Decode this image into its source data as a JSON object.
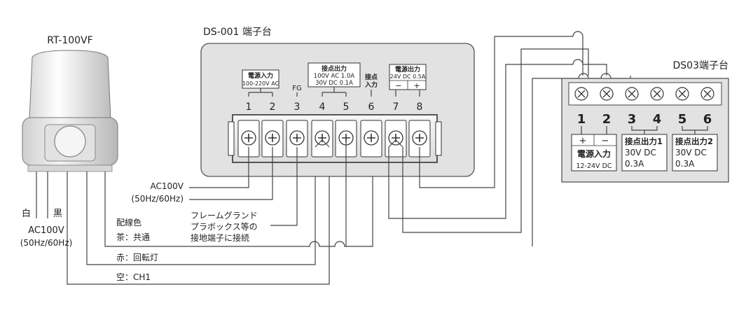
{
  "lamp": {
    "model": "RT-100VF",
    "wire_white": "白",
    "wire_black": "黒",
    "supply_voltage": "AC100V",
    "supply_freq": "(50Hz/60Hz)"
  },
  "ds001": {
    "title": "DS-001 端子台",
    "group_power": {
      "label": "電源入力",
      "spec": "100-220V AC"
    },
    "group_contact_out": {
      "label": "接点出力",
      "spec1": "100V AC  1.0A",
      "spec2": "30V DC  0.1A"
    },
    "fg_label": "FG",
    "contact_in": {
      "line1": "接点",
      "line2": "入力"
    },
    "group_power_out": {
      "label": "電源出力",
      "spec": "24V DC  0.5A",
      "minus": "−",
      "plus": "+"
    },
    "terminals": [
      "1",
      "2",
      "3",
      "4",
      "5",
      "6",
      "7",
      "8"
    ]
  },
  "ds03": {
    "title": "DS03端子台",
    "terminals": [
      "1",
      "2",
      "3",
      "4",
      "5",
      "6"
    ],
    "plus": "+",
    "minus": "−",
    "power_in": {
      "label": "電源入力",
      "spec": "12-24V DC"
    },
    "contact_out1": {
      "label": "接点出力1",
      "spec1": "30V DC",
      "spec2": "0.3A"
    },
    "contact_out2": {
      "label": "接点出力2",
      "spec1": "30V DC",
      "spec2": "0.3A"
    }
  },
  "supply": {
    "voltage": "AC100V",
    "freq": "(50Hz/60Hz)"
  },
  "fg_note": {
    "line1": "フレームグランド",
    "line2": "プラボックス等の",
    "line3": "接地端子に接続"
  },
  "wiring": {
    "title": "配線色",
    "brown": "茶：共通",
    "red": "赤：回転灯",
    "empty": "空：CH1"
  }
}
